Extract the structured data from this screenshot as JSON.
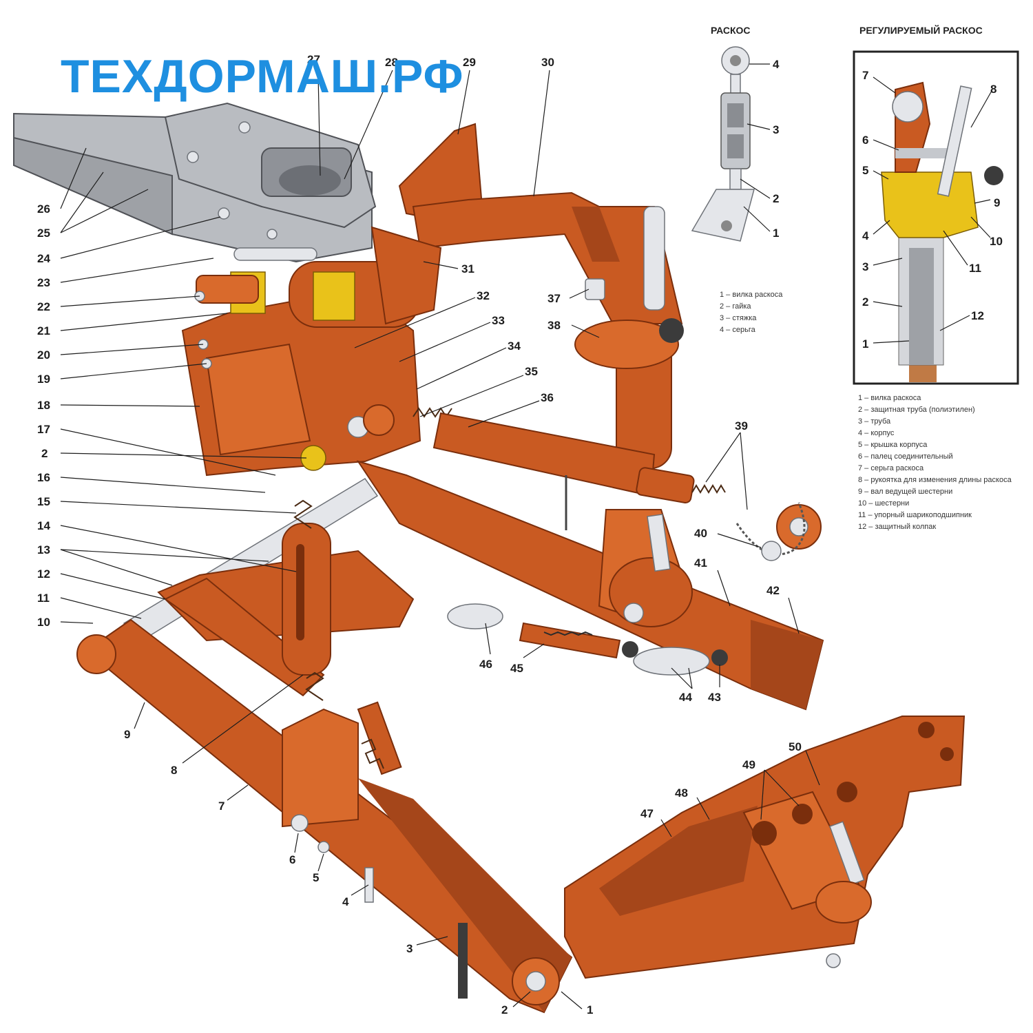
{
  "watermark": "ТЕХДОРМАШ.РФ",
  "inset_left": {
    "title": "РАСКОС",
    "labels": [
      "4",
      "3",
      "2",
      "1"
    ],
    "legend": [
      "1 – вилка раскоса",
      "2 – гайка",
      "3 – стяжка",
      "4 – серьга"
    ]
  },
  "inset_right": {
    "title": "РЕГУЛИРУЕМЫЙ РАСКОС",
    "labels": [
      "7",
      "8",
      "6",
      "5",
      "9",
      "4",
      "10",
      "3",
      "11",
      "2",
      "12",
      "1"
    ],
    "legend": [
      "1 – вилка раскоса",
      "2 – защитная труба (полиэтилен)",
      "3 – труба",
      "4 – корпус",
      "5 – крышка корпуса",
      "6 – палец соединительный",
      "7 – серьга раскоса",
      "8 – рукоятка для изменения длины раскоса",
      "9 – вал ведущей шестерни",
      "10 – шестерни",
      "11 – упорный шарикоподшипник",
      "12 – защитный колпак"
    ]
  },
  "callouts": [
    "1",
    "2",
    "3",
    "4",
    "5",
    "6",
    "7",
    "8",
    "9",
    "10",
    "11",
    "12",
    "13",
    "14",
    "15",
    "16",
    "17",
    "2",
    "18",
    "19",
    "20",
    "21",
    "22",
    "23",
    "24",
    "25",
    "26",
    "27",
    "28",
    "29",
    "30",
    "31",
    "32",
    "33",
    "34",
    "35",
    "36",
    "37",
    "38",
    "39",
    "40",
    "41",
    "42",
    "43",
    "44",
    "45",
    "46",
    "47",
    "48",
    "49",
    "50"
  ],
  "colors": {
    "parts": "#c95a22",
    "frame": "#b9bcc1",
    "watermark": "#1e8fe0",
    "bearing": "#e9c21a"
  }
}
